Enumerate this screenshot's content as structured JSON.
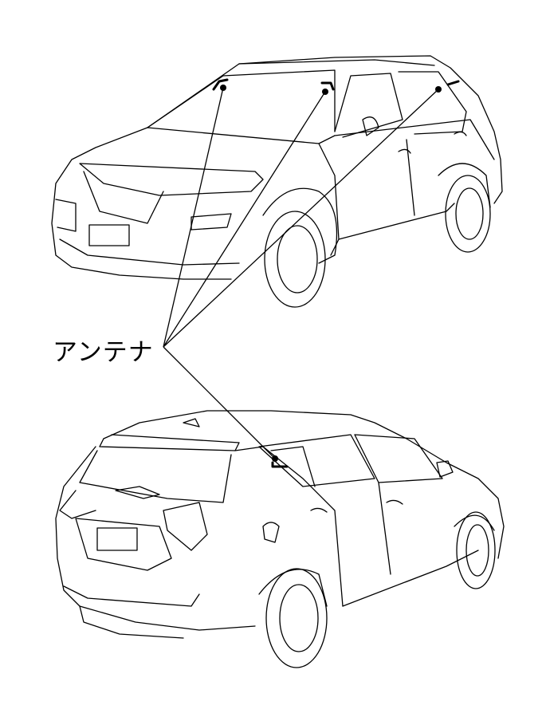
{
  "diagram": {
    "label": "アンテナ",
    "colors": {
      "line": "#000000",
      "background": "#ffffff"
    },
    "antenna_points": [
      {
        "location": "windshield-left"
      },
      {
        "location": "windshield-right"
      },
      {
        "location": "rear-side-window-front-view"
      },
      {
        "location": "rear-side-window-rear-view"
      }
    ]
  }
}
